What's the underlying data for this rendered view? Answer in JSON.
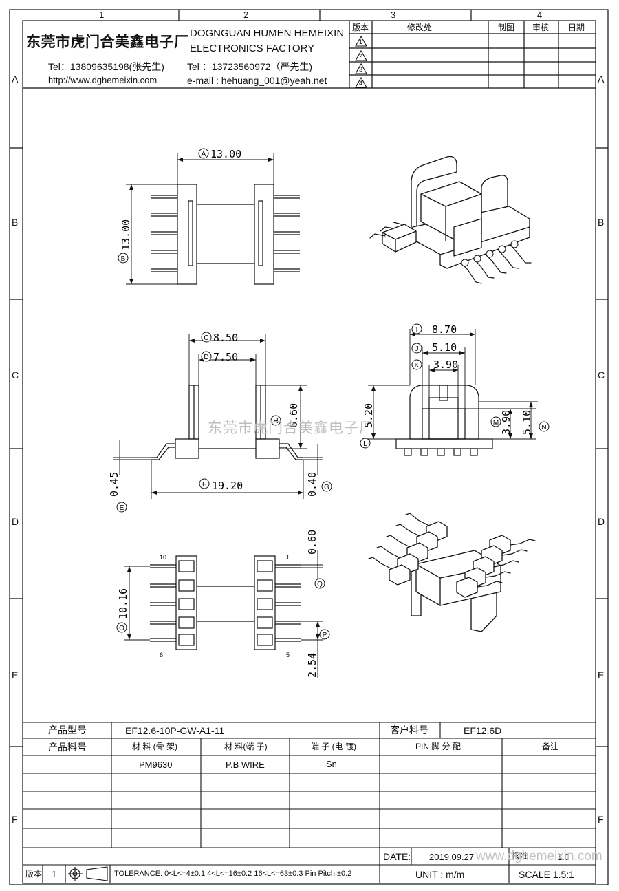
{
  "zones": {
    "cols": [
      "1",
      "2",
      "3",
      "4"
    ],
    "rows": [
      "A",
      "B",
      "C",
      "D",
      "E",
      "F"
    ]
  },
  "company": {
    "name_cn": "东莞市虎门合美鑫电子厂",
    "name_en_line1": "DOGNGUAN HUMEN HEMEIXIN",
    "name_en_line2": "ELECTRONICS FACTORY",
    "tel1": "Tel：13809635198(张先生)",
    "tel2": "Tel ：13723560972（严先生)",
    "website": "http://www.dghemeixin.com",
    "email": "e-mail : hehuang_001@yeah.net"
  },
  "revision_table": {
    "headers": {
      "version": "版本",
      "change": "修改处",
      "drawn": "制图",
      "checked": "审核",
      "date": "日期"
    },
    "rows": [
      "1",
      "2",
      "3",
      "4"
    ]
  },
  "dimensions": {
    "A": {
      "label": "A",
      "value": "13.00"
    },
    "B": {
      "label": "B",
      "value": "13.00"
    },
    "C": {
      "label": "C",
      "value": "8.50"
    },
    "D": {
      "label": "D",
      "value": "7.50"
    },
    "H": {
      "label": "H",
      "value": "6.60"
    },
    "F": {
      "label": "F",
      "value": "19.20"
    },
    "E": {
      "label": "E",
      "value": "0.45"
    },
    "G": {
      "label": "G",
      "value": "0.40"
    },
    "I": {
      "label": "I",
      "value": "8.70"
    },
    "J": {
      "label": "J",
      "value": "5.10"
    },
    "K": {
      "label": "K",
      "value": "3.90"
    },
    "L": {
      "label": "L",
      "value": "5.20"
    },
    "M": {
      "label": "M",
      "value": "3.90"
    },
    "N": {
      "label": "N",
      "value": "5.10"
    },
    "O": {
      "label": "O",
      "value": "10.16"
    },
    "P": {
      "label": "P",
      "value": "2.54"
    },
    "Q": {
      "label": "Q",
      "value": "0.60"
    }
  },
  "pin_labels": {
    "top_left": "10",
    "top_right": "1",
    "bottom_left": "6",
    "bottom_right": "5"
  },
  "watermark": "东莞市虎门合美鑫电子厂",
  "bottom_table": {
    "model_label": "产品型号",
    "model_value": "EF12.6-10P-GW-A1-11",
    "customer_model_label": "客户料号",
    "customer_model_value": "EF12.6D",
    "part_no_label": "产品料号",
    "material_frame_label": "材 料 (骨 架)",
    "material_pin_label": "材 料(端 子)",
    "plating_label": "端 子 (电 镀)",
    "pin_assign_label": "PIN 脚 分 配",
    "remark_label": "备注",
    "material_frame_value": "PM9630",
    "material_pin_value": "P.B WIRE",
    "plating_value": "Sn",
    "date_label": "DATE:",
    "date_value": "2019.09.27",
    "drawing_label": "核准",
    "drawing_value": "1.0",
    "watermark_url": "www.dghemeixin.com",
    "version_label": "版本",
    "version_value": "1",
    "tolerance": "TOLERANCE:  0<L<=4±0.1  4<L<=16±0.2  16<L<=63±0.3  Pin Pitch  ±0.2",
    "unit": "UNIT : m/m",
    "scale": "SCALE  1.5:1"
  }
}
